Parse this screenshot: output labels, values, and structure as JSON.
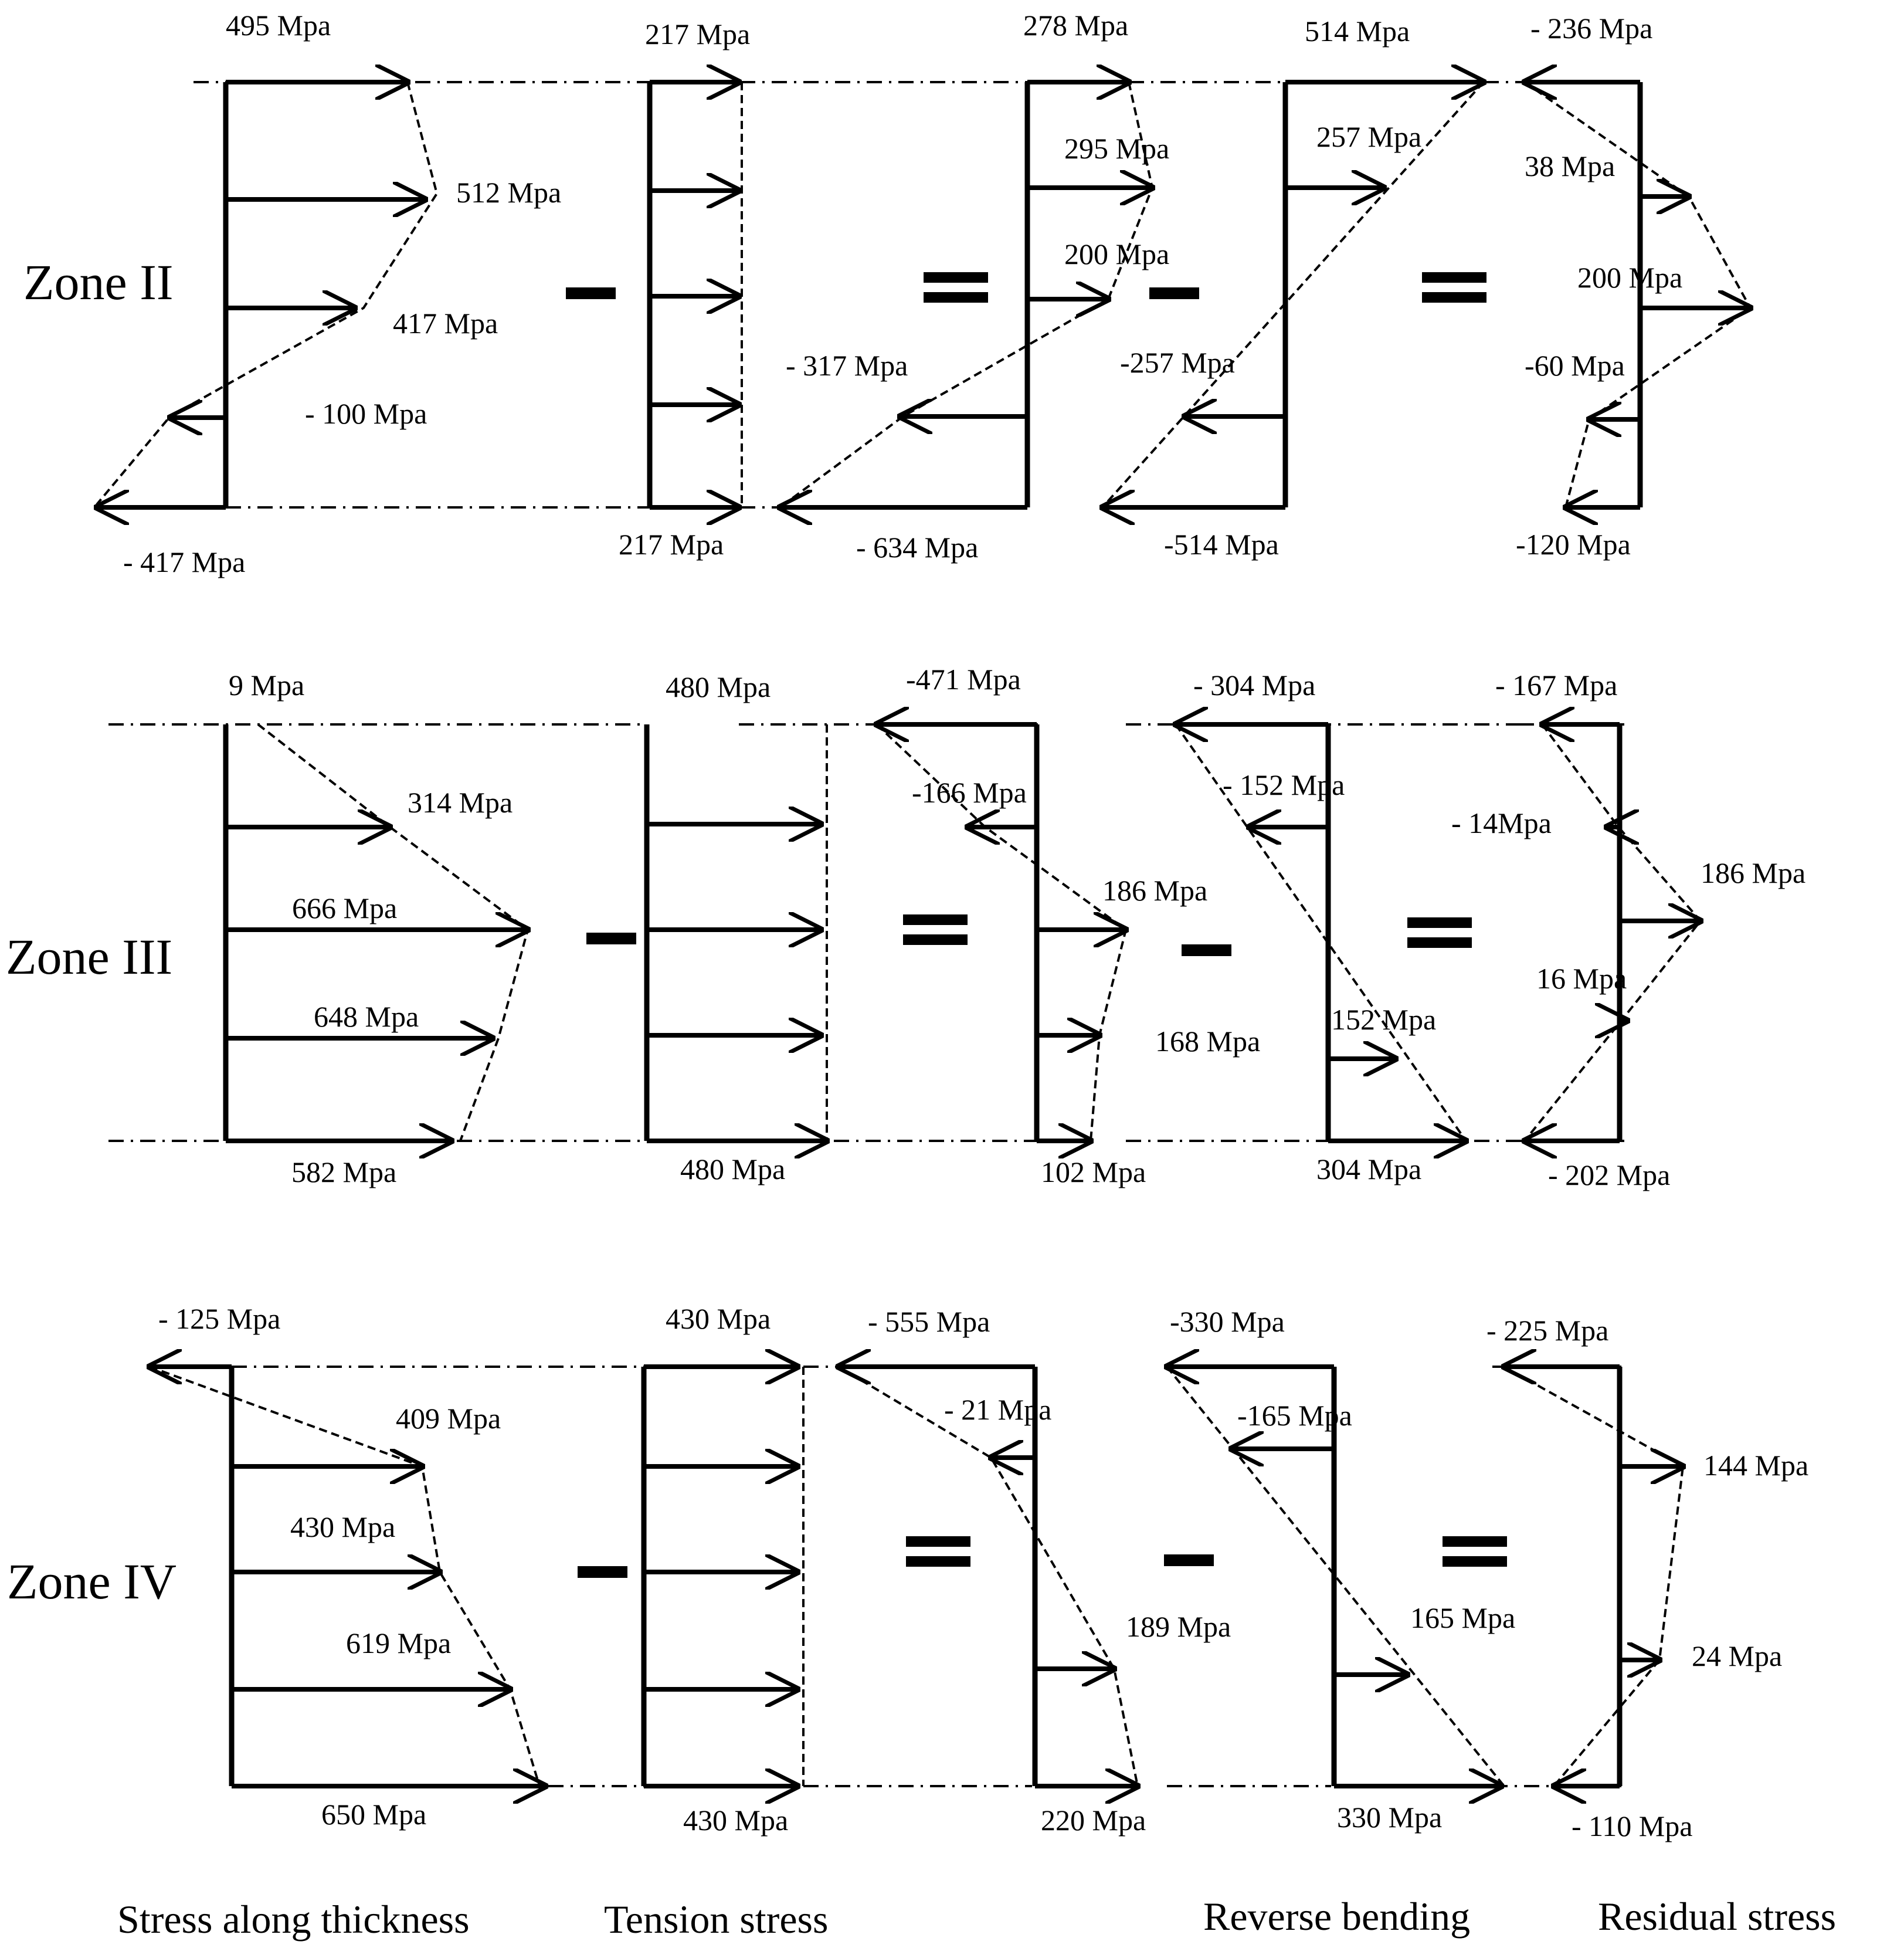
{
  "zones": [
    {
      "name": "Zone II",
      "stress": [
        "495 Mpa",
        "512 Mpa",
        "417 Mpa",
        "- 100 Mpa",
        "- 417 Mpa"
      ],
      "tension": [
        "217 Mpa",
        "217 Mpa"
      ],
      "result": [
        "278 Mpa",
        "295 Mpa",
        "200 Mpa",
        "- 317 Mpa",
        "- 634 Mpa"
      ],
      "bending": [
        "514 Mpa",
        "257 Mpa",
        "-257 Mpa",
        "-514 Mpa"
      ],
      "residual": [
        "- 236 Mpa",
        "38 Mpa",
        "200 Mpa",
        "-60 Mpa",
        "-120 Mpa"
      ]
    },
    {
      "name": "Zone III",
      "stress": [
        "9 Mpa",
        "314 Mpa",
        "666 Mpa",
        "648 Mpa",
        "582 Mpa"
      ],
      "tension": [
        "480 Mpa",
        "480 Mpa"
      ],
      "result": [
        "-471 Mpa",
        "-166 Mpa",
        "186 Mpa",
        "168 Mpa",
        "102 Mpa"
      ],
      "bending": [
        "- 304 Mpa",
        "- 152 Mpa",
        "152 Mpa",
        "304 Mpa"
      ],
      "residual": [
        "- 167 Mpa",
        "- 14Mpa",
        "186 Mpa",
        "16 Mpa",
        "- 202 Mpa"
      ]
    },
    {
      "name": "Zone IV",
      "stress": [
        "- 125 Mpa",
        "409 Mpa",
        "430 Mpa",
        "619 Mpa",
        "650 Mpa"
      ],
      "tension": [
        "430 Mpa",
        "430 Mpa"
      ],
      "result": [
        "- 555 Mpa",
        "- 21 Mpa",
        "189 Mpa",
        "220 Mpa"
      ],
      "bending": [
        "-330 Mpa",
        "-165 Mpa",
        "165 Mpa",
        "330 Mpa"
      ],
      "residual": [
        "- 225 Mpa",
        "144 Mpa",
        "24 Mpa",
        "- 110 Mpa"
      ]
    }
  ],
  "captions": {
    "stress": "Stress along thickness",
    "tension": "Tension stress",
    "bending": "Reverse bending",
    "residual": "Residual stress"
  },
  "operators": {
    "minus": "minus",
    "equals": "equals"
  }
}
